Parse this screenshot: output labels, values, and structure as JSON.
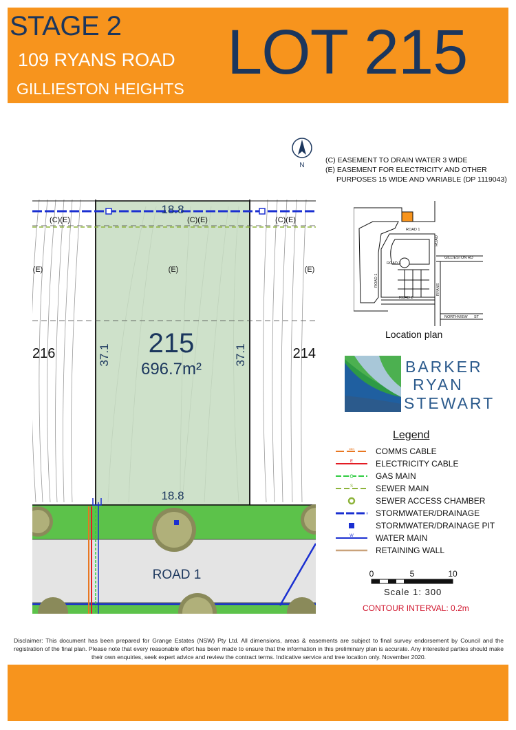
{
  "header": {
    "stage": "STAGE 2",
    "address": "109 RYANS ROAD",
    "suburb": "GILLIESTON HEIGHTS",
    "lot": "LOT 215"
  },
  "north": {
    "label": "N"
  },
  "notes": [
    "(C) EASEMENT TO DRAIN WATER 3 WIDE",
    "(E) EASEMENT FOR ELECTRICITY AND OTHER",
    "PURPOSES 15 WIDE AND VARIABLE (DP 1119043)"
  ],
  "plan": {
    "lot_number": "215",
    "area": "696.7m²",
    "frontage_top": "18.8",
    "frontage_bottom": "18.8",
    "depth_left": "37.1",
    "depth_right": "37.1",
    "easement_labels": [
      "(C)(E)",
      "(C)(E)",
      "(C)(E)"
    ],
    "e_labels": [
      "(E)",
      "(E)",
      "(E)"
    ],
    "neighbour_left": "216",
    "neighbour_right": "214",
    "road": "ROAD 1"
  },
  "location_plan": {
    "caption": "Location plan",
    "roads": [
      "ROAD 1",
      "ROAD",
      "GILLIESTON RD",
      "ROAD 3",
      "ROAD 1",
      "RYANS",
      "ROAD 2",
      "NORTHVIEW",
      "ST"
    ]
  },
  "logo": {
    "line1": "BARKER",
    "line2": "RYAN",
    "line3": "STEWART"
  },
  "legend": {
    "title": "Legend",
    "items": [
      {
        "label": "COMMS CABLE",
        "color": "#e87722",
        "code": "NBN"
      },
      {
        "label": "ELECTRICITY CABLE",
        "color": "#e31b23",
        "code": "E"
      },
      {
        "label": "GAS MAIN",
        "color": "#2ecc40",
        "code": "G"
      },
      {
        "label": "SEWER MAIN",
        "color": "#8db33a",
        "code": "S"
      },
      {
        "label": "SEWER ACCESS CHAMBER",
        "color": "#8db33a",
        "code": ""
      },
      {
        "label": "STORMWATER/DRAINAGE",
        "color": "#1a2fd1",
        "code": ""
      },
      {
        "label": "STORMWATER/DRAINAGE PIT",
        "color": "#1a2fd1",
        "code": ""
      },
      {
        "label": "WATER MAIN",
        "color": "#1a2fd1",
        "code": "W"
      },
      {
        "label": "RETAINING WALL",
        "color": "#c9a27a",
        "code": ""
      }
    ]
  },
  "scale": {
    "ticks": [
      "0",
      "5",
      "10"
    ],
    "label": "Scale  1: 300"
  },
  "contour": "CONTOUR INTERVAL: 0.2m",
  "disclaimer": "Disclaimer: This document has been prepared for Grange Estates (NSW) Pty Ltd. All dimensions, areas & easements are subject to final survey endorsement by Council and the registration of the final plan. Please note that every reasonable effort has been made to ensure that the information in this preliminary plan is accurate. Any interested parties should make their own enquiries, seek expert advice and review the contract terms. Indicative service and tree location only. November 2020.",
  "colors": {
    "orange": "#f7941d",
    "navy": "#1b365d",
    "lot_fill": "#c6dcc1",
    "verge": "#5cc24a",
    "road": "#e4e4e4"
  }
}
